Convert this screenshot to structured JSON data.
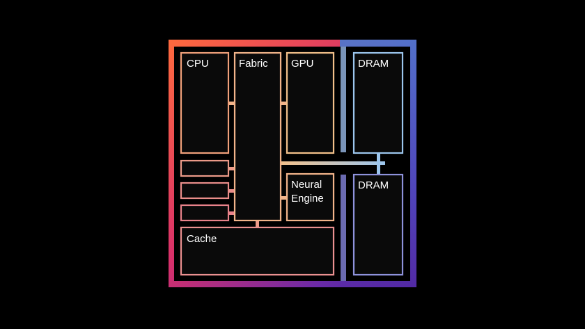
{
  "diagram": {
    "blocks": {
      "cpu": "CPU",
      "fabric": "Fabric",
      "gpu": "GPU",
      "dram_top": "DRAM",
      "dram_bottom": "DRAM",
      "neural_engine_line1": "Neural",
      "neural_engine_line2": "Engine",
      "cache": "Cache"
    },
    "colors": {
      "background": "#000000",
      "frame_gradient": [
        "#ff6a3d",
        "#d8306a",
        "#5a2aa8",
        "#2a86e8"
      ],
      "soc_gradient": [
        "#f0a078",
        "#f2c08a",
        "#e07a8a"
      ],
      "dram_gradient": [
        "#8ab8e8",
        "#7a8ad8"
      ],
      "block_fill": "#0a0a0a"
    }
  }
}
